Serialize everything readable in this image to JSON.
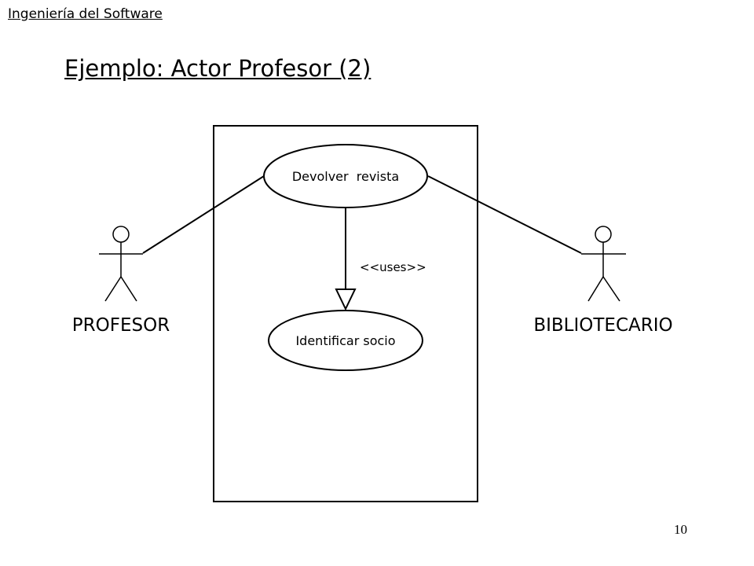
{
  "header": {
    "course": "Ingeniería del Software"
  },
  "slide": {
    "title": "Ejemplo: Actor Profesor (2)",
    "page_number": "10"
  },
  "diagram": {
    "actors": [
      {
        "id": "profesor",
        "label": "PROFESOR"
      },
      {
        "id": "bibliotecario",
        "label": "BIBLIOTECARIO"
      }
    ],
    "use_cases": [
      {
        "id": "devolver",
        "label": "Devolver  revista"
      },
      {
        "id": "identificar",
        "label": "Identificar socio"
      }
    ],
    "relationships": [
      {
        "from": "devolver",
        "to": "identificar",
        "stereotype": "<<uses>>"
      }
    ]
  }
}
